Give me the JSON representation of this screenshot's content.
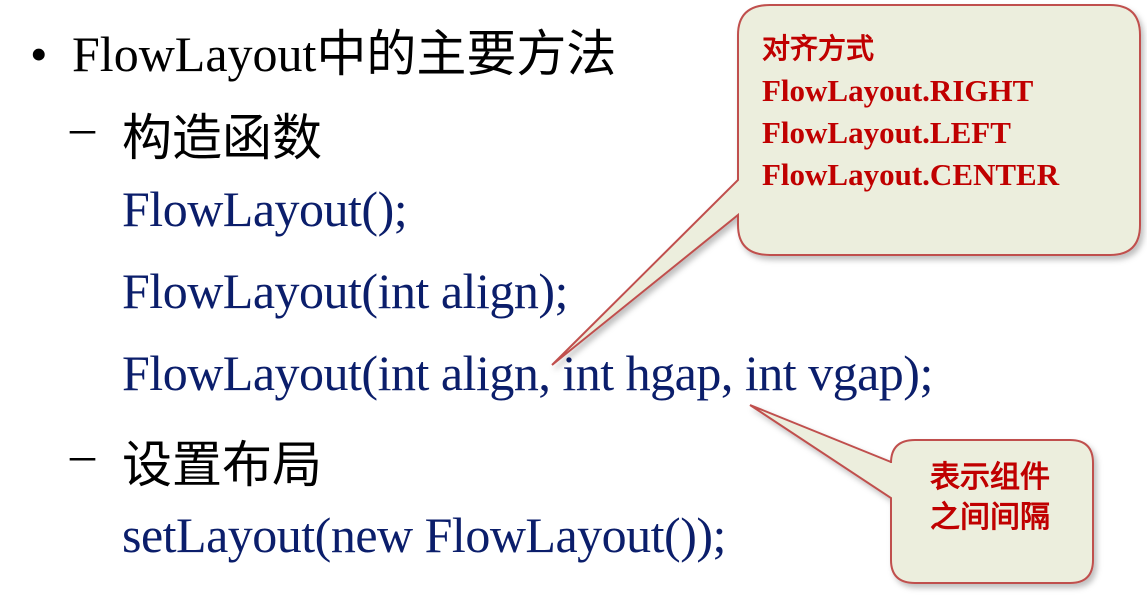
{
  "slide": {
    "bullet": "•",
    "title": "FlowLayout中的主要方法",
    "sections": [
      {
        "dash": "–",
        "label": "构造函数"
      },
      {
        "dash": "–",
        "label": "设置布局"
      }
    ],
    "code": {
      "c1": "FlowLayout();",
      "c2": "FlowLayout(int align);",
      "c3": "FlowLayout(int align, int hgap, int vgap);",
      "c4": "setLayout(new FlowLayout());"
    }
  },
  "callouts": {
    "align": {
      "heading": "对齐方式",
      "lines": [
        "FlowLayout.RIGHT",
        "FlowLayout.LEFT",
        "FlowLayout.CENTER"
      ]
    },
    "gap": {
      "lines": [
        "表示组件",
        "之间间隔"
      ]
    }
  },
  "colors": {
    "code_text": "#0b1e6b",
    "callout_text": "#c00000",
    "callout_fill": "#eceedd",
    "callout_border": "#c0504d"
  }
}
